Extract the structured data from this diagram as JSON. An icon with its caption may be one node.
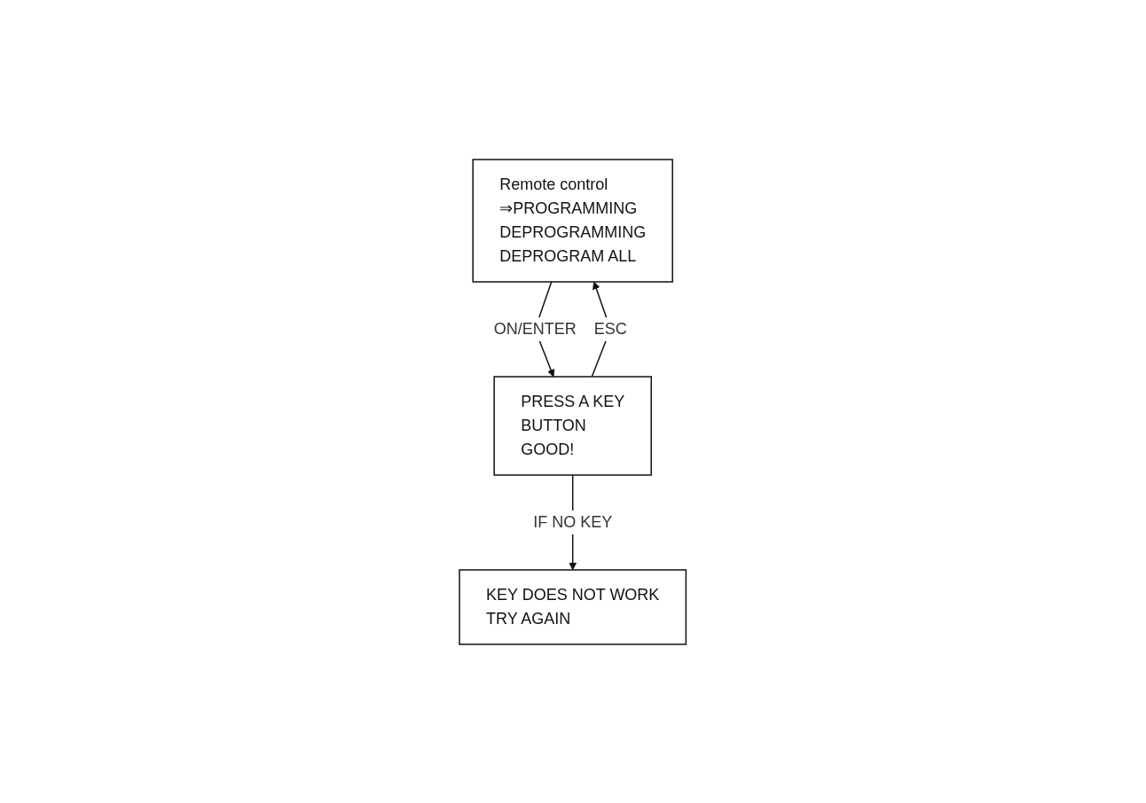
{
  "diagram": {
    "nodes": [
      {
        "text": [
          "Remote control",
          "⇒PROGRAMMING",
          "DEPROGRAMMING",
          "DEPROGRAM ALL"
        ]
      },
      {
        "text": [
          "PRESS A KEY",
          "BUTTON",
          "GOOD!"
        ]
      },
      {
        "text": [
          "KEY DOES NOT WORK",
          "TRY AGAIN"
        ]
      }
    ],
    "edges": [
      {
        "from": 0,
        "to": 1,
        "arrow": "to",
        "label": "ON/ENTER"
      },
      {
        "from": 1,
        "to": 2,
        "arrow": "to",
        "label": "IF NO KEY"
      },
      {
        "from": 1,
        "to": 0,
        "arrow": "to",
        "label": "ESC"
      }
    ]
  }
}
